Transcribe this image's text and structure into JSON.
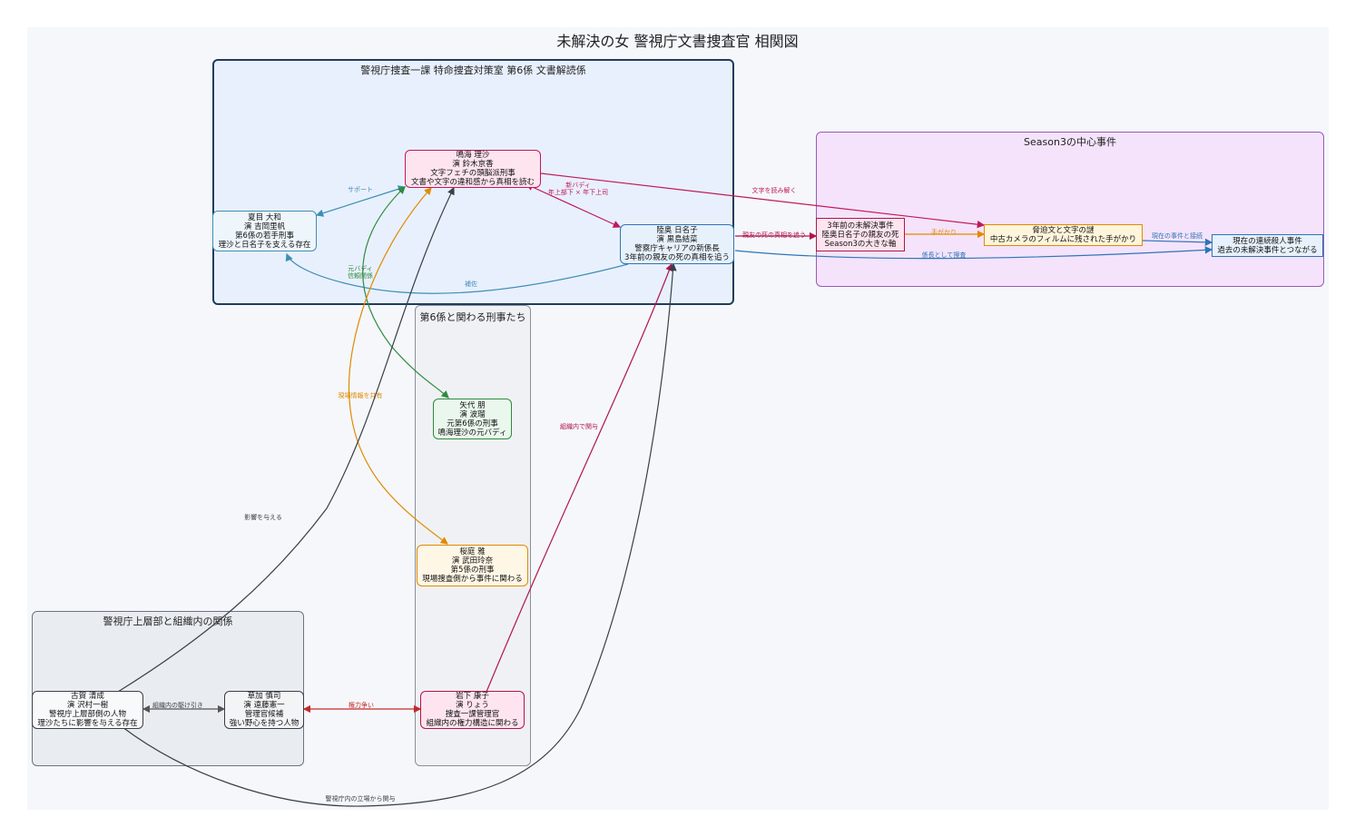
{
  "title": "未解決の女 警視庁文書捜査官 相関図",
  "clusters": {
    "room": "警視庁捜査一課 特命捜査対策室 第6係 文書解読係",
    "season": "Season3の中心事件",
    "detectives": "第6係と関わる刑事たち",
    "upper": "警視庁上層部と組織内の関係"
  },
  "nodes": {
    "narumi": [
      "鳴海 理沙",
      "演 鈴木京香",
      "文字フェチの頭脳派刑事",
      "文書や文字の違和感から真相を読む"
    ],
    "natsume": [
      "夏目 大和",
      "演 吉岡里帆",
      "第6係の若手刑事",
      "理沙と日名子を支える存在"
    ],
    "rikudo": [
      "陸奥 日名子",
      "演 黒島結菜",
      "警察庁キャリアの新係長",
      "3年前の親友の死の真相を追う"
    ],
    "yashiro": [
      "矢代 朋",
      "演 波瑠",
      "元第6係の刑事",
      "鳴海理沙の元バディ"
    ],
    "kagetsu": [
      "桜庭 雅",
      "演 武田玲奈",
      "第5係の刑事",
      "現場捜査側から事件に関わる"
    ],
    "koga": [
      "古賀 清成",
      "演 沢村一樹",
      "警視庁上層部側の人物",
      "理沙たちに影響を与える存在"
    ],
    "kusakari": [
      "草加 慎司",
      "演 遠藤憲一",
      "管理官候補",
      "強い野心を持つ人物"
    ],
    "iwashita": [
      "岩下 康子",
      "演 りょう",
      "捜査一課管理官",
      "組織内の権力構造に関わる"
    ],
    "case3y": [
      "3年前の未解決事件",
      "陸奥日名子の親友の死",
      "Season3の大きな軸"
    ],
    "threat": [
      "脅迫文と文字の謎",
      "中古カメラのフィルムに残された手がかり"
    ],
    "murder": [
      "現在の連続殺人事件",
      "過去の未解決事件とつながる"
    ]
  },
  "edges": {
    "support": "サポート",
    "newbuddy": [
      "新バディ",
      "年上部下 × 年下上司"
    ],
    "read_chars": "文字を読み解く",
    "hoza": "補佐",
    "motobuddy": [
      "元バディ",
      "信頼関係"
    ],
    "share": "現場情報を共有",
    "friend_death": "親友の死の真相を追う",
    "clue": "手がかり",
    "link": "現在の事件と接続",
    "as_chief": "係長として捜査",
    "org_involve": "組織内で関与",
    "influence": "影響を与える",
    "tug": "組織内の駆け引き",
    "power": "権力争い",
    "stance": "警視庁内の立場から関与"
  },
  "colors": {
    "navy": "#1f4e79",
    "pink": "#c2185b",
    "blue": "#2e75b6",
    "green": "#2e8b3e",
    "orange": "#e08a00",
    "dark": "#3a3f47",
    "purple": "#8e44ad",
    "red": "#c62828",
    "crimson": "#b0154a"
  }
}
